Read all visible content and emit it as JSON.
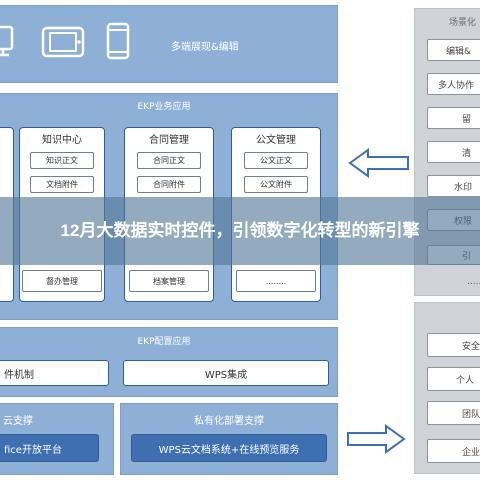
{
  "top_panel": {
    "title": "多端展现&编辑",
    "device_icons": [
      "monitor-icon",
      "tablet-icon",
      "phone-icon"
    ]
  },
  "ekp_app": {
    "title": "EKP业务应用",
    "modules": [
      {
        "title": "",
        "items": [
          "",
          "",
          "",
          ""
        ]
      },
      {
        "title": "知识中心",
        "items": [
          "知识正文",
          "文档附件",
          "",
          "督办管理"
        ]
      },
      {
        "title": "合同管理",
        "items": [
          "合同正文",
          "合同附件",
          "",
          "档案管理"
        ]
      },
      {
        "title": "公文管理",
        "items": [
          "公文正文",
          "公文附件",
          "",
          "........"
        ]
      }
    ]
  },
  "scene_panel": {
    "title": "场景化",
    "items": [
      "编辑&",
      "多人协作",
      "留",
      "清",
      "水印",
      "权限",
      "引",
      "....."
    ]
  },
  "ekp_config": {
    "title": "EKP配置应用",
    "items": [
      "件机制",
      "WPS集成"
    ]
  },
  "cloud_support": {
    "title": "云支撑",
    "item": "fice开放平台"
  },
  "private_deploy": {
    "title": "私有化部署支撑",
    "item": "WPS云文档系统+在线预览服务"
  },
  "security_panel": {
    "items": [
      "安全",
      "个人",
      "团队",
      "企业"
    ]
  },
  "banner": {
    "text": "12月大数据实时控件，引领数字化转型的新引擎"
  },
  "colors": {
    "panel_blue": "#8fb0d6",
    "box_border": "#2e5f9a",
    "panel_gray": "#cfd3d8",
    "banner": "#527896"
  }
}
